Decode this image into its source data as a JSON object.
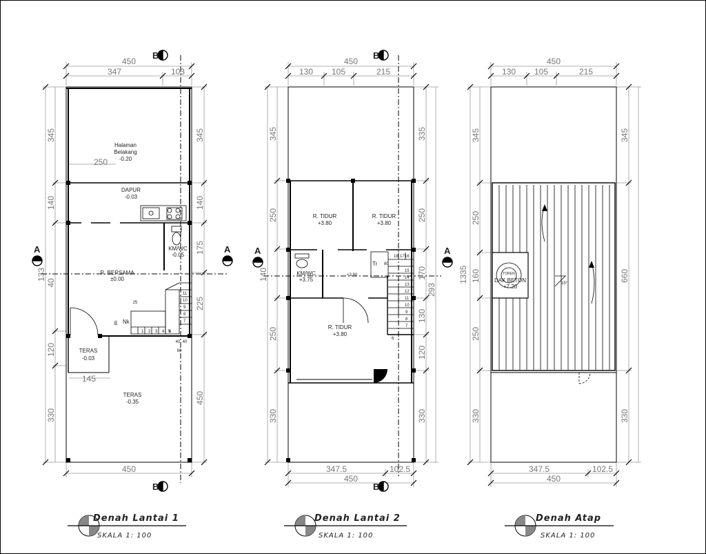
{
  "plans": [
    {
      "title": "Denah Lantai 1",
      "scale": "SKALA 1: 100",
      "top_dims": [
        "450",
        "347",
        "103"
      ],
      "bottom_dims": [
        "450"
      ],
      "left_dims": [
        "345",
        "140",
        "40",
        "133",
        "120",
        "330"
      ],
      "right_dims": [
        "345",
        "140",
        "175",
        "225",
        "450"
      ],
      "rooms": [
        {
          "name": "Halaman",
          "name2": "Belakang",
          "level": "-0.20"
        },
        {
          "name": "DAPUR",
          "level": "-0.03"
        },
        {
          "name": "KM/WC",
          "level": "-0.05"
        },
        {
          "name": "R. BERSAMA",
          "level": "±0.00"
        },
        {
          "name": "TERAS",
          "level": "-0.03"
        },
        {
          "name": "TERAS",
          "level": "-0.35"
        }
      ],
      "inner_dims": [
        "250",
        "145",
        "25",
        "80",
        "40",
        "40",
        "80"
      ],
      "stair_numbers": [
        "1",
        "2",
        "3",
        "4",
        "5",
        "6",
        "7",
        "8",
        "9",
        "10",
        "11"
      ],
      "labels": [
        "Nk"
      ]
    },
    {
      "title": "Denah Lantai 2",
      "scale": "SKALA 1: 100",
      "top_dims": [
        "450",
        "130",
        "105",
        "215"
      ],
      "bottom_dims": [
        "347.5",
        "102.5",
        "450"
      ],
      "left_dims": [
        "345",
        "250",
        "140",
        "250",
        "330"
      ],
      "right_dims": [
        "335",
        "250",
        "170",
        "293",
        "130",
        "120",
        "330"
      ],
      "rooms": [
        {
          "name": "R. TIDUR",
          "level": "+3.80"
        },
        {
          "name": "R. TIDUR",
          "level": "+3.80"
        },
        {
          "name": "KM/WC",
          "level": "+3.75"
        },
        {
          "name": "R. TIDUR",
          "level": "+3.80"
        }
      ],
      "level_marks": [
        "+3.80"
      ],
      "inner_dims": [
        "80"
      ],
      "stair_numbers": [
        "6",
        "7",
        "8",
        "9",
        "10",
        "11",
        "12",
        "13",
        "14",
        "15",
        "16",
        "17",
        "18"
      ],
      "labels": [
        "Tr"
      ]
    },
    {
      "title": "Denah Atap",
      "scale": "SKALA 1: 100",
      "top_dims": [
        "450",
        "130",
        "105",
        "215"
      ],
      "bottom_dims": [
        "347.5",
        "102.5",
        "450"
      ],
      "left_dims": [
        "345",
        "250",
        "160",
        "250",
        "330"
      ],
      "right_dims": [
        "345",
        "1335",
        "660",
        "330"
      ],
      "rooms": [
        {
          "name": "DAK BETON",
          "level": "+7.20"
        }
      ],
      "labels": [
        "TOREN",
        "15°"
      ]
    }
  ],
  "section_marks": {
    "a": "A",
    "b": "B"
  }
}
